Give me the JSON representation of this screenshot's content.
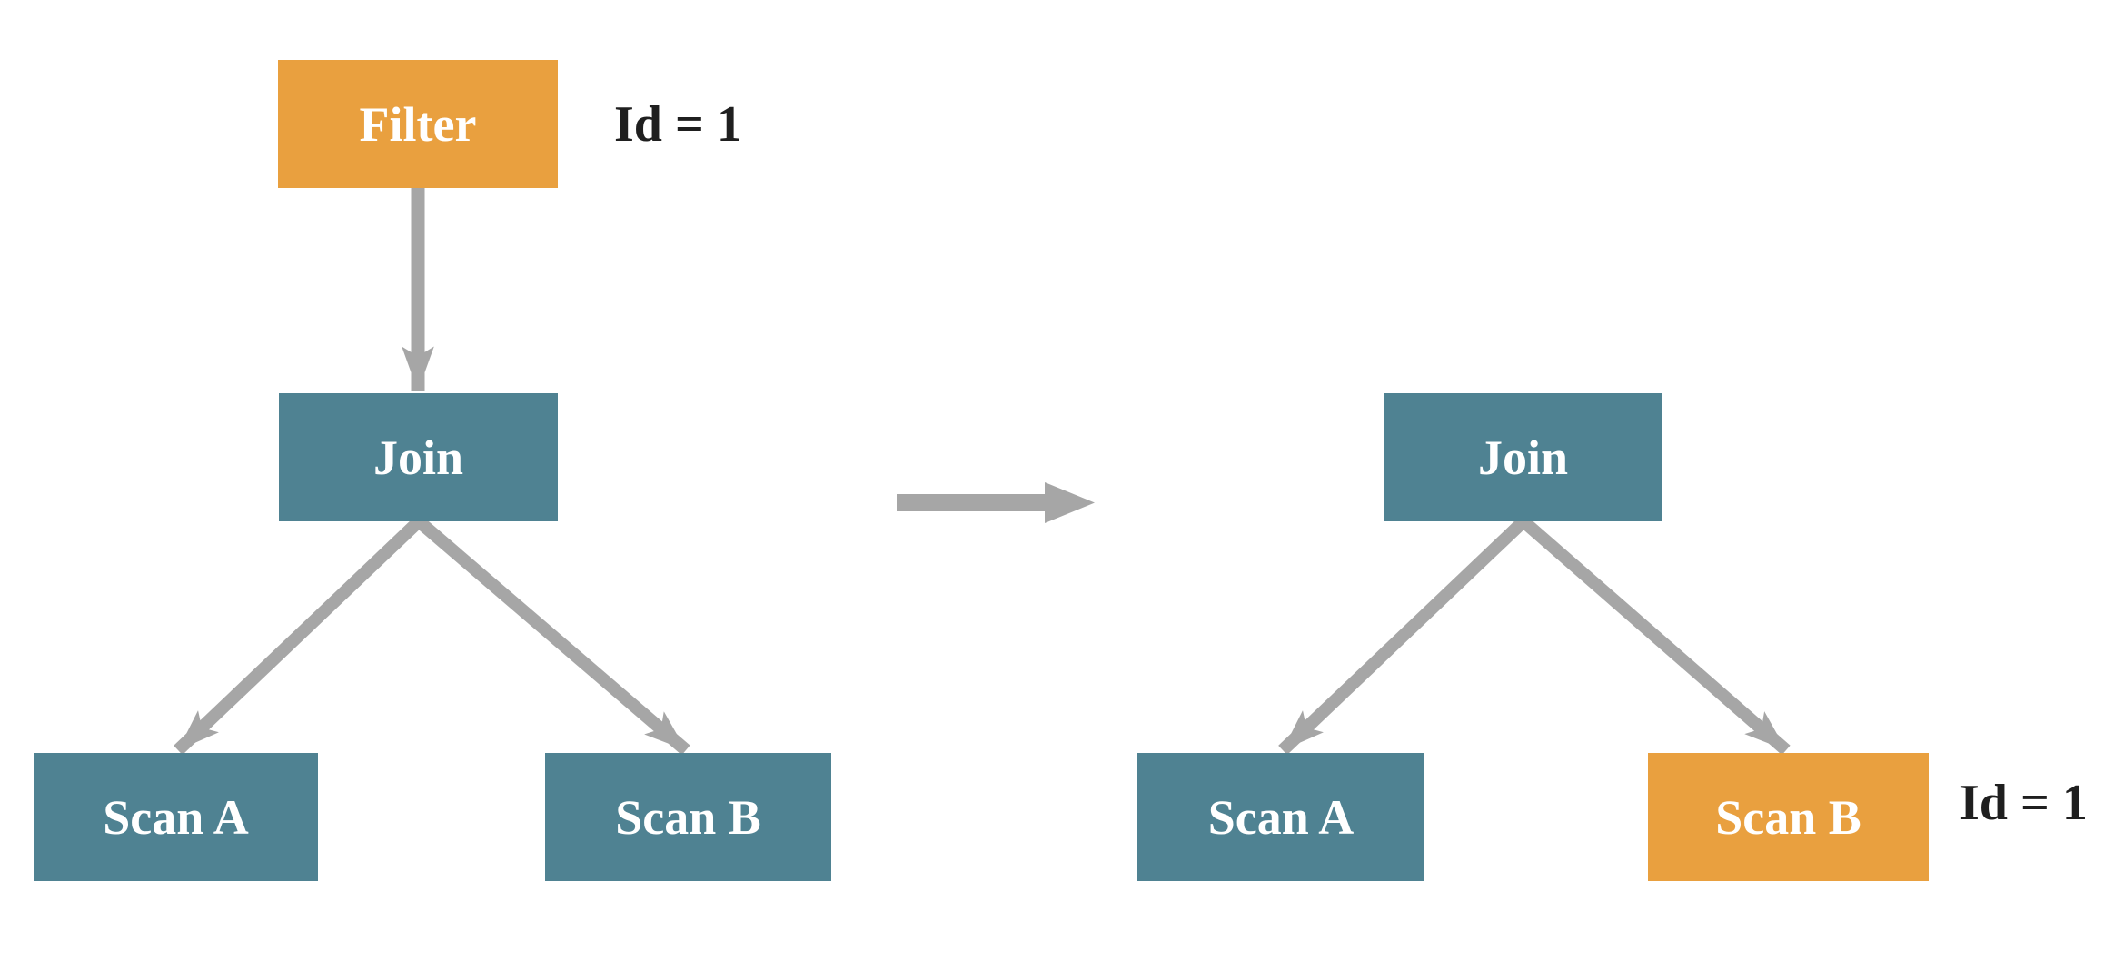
{
  "colors": {
    "orange": "#E9A03F",
    "teal": "#4F8292",
    "arrow_gray": "#A6A6A6",
    "annotation_text": "#1F1F1F",
    "node_text": "#FFFFFF"
  },
  "diagram": {
    "left_tree": {
      "filter_label": "Filter",
      "filter_annotation": "Id = 1",
      "join_label": "Join",
      "scan_a_label": "Scan A",
      "scan_b_label": "Scan B"
    },
    "right_tree": {
      "join_label": "Join",
      "scan_a_label": "Scan A",
      "scan_b_label": "Scan B",
      "scan_b_annotation": "Id = 1"
    }
  }
}
